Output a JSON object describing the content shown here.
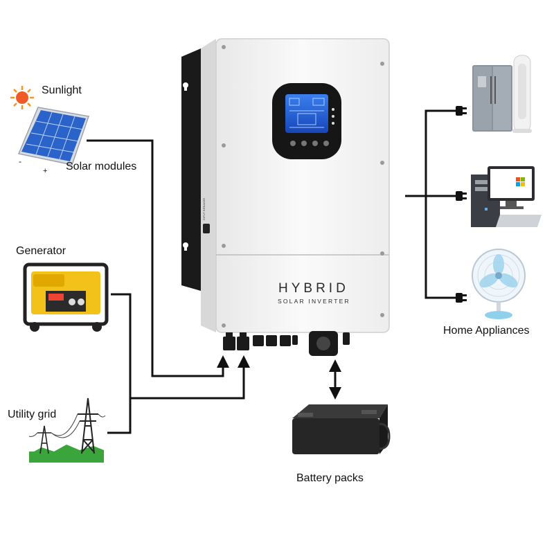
{
  "labels": {
    "sunlight": "Sunlight",
    "solar_modules": "Solar modules",
    "generator": "Generator",
    "utility_grid": "Utility grid",
    "battery_packs": "Battery packs",
    "home_appliances": "Home Appliances"
  },
  "inverter": {
    "brand_line1": "HYBRID",
    "brand_line2": "SOLAR INVERTER",
    "side_label": "INPUT BREAKER"
  },
  "colors": {
    "wire": "#111111",
    "inverter_body": "#f4f4f4",
    "screen": "#1f5fd6",
    "battery": "#2a2a2a",
    "sun": "#f7941d",
    "solar_cell": "#2a63c9",
    "generator": "#f2c21b",
    "grass": "#3aa53a"
  },
  "icons": {
    "sun": "sun-icon",
    "solar_panel": "solar-panel-icon",
    "generator": "generator-icon",
    "utility_grid": "power-tower-icon",
    "battery": "battery-icon",
    "refrigerator": "refrigerator-icon",
    "computer": "desktop-computer-icon",
    "fan": "fan-icon",
    "plug": "plug-icon"
  }
}
